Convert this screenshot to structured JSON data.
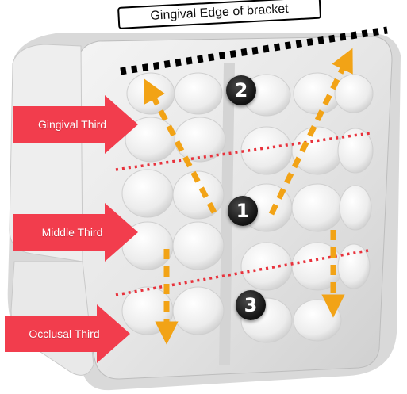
{
  "title": "Gingival Edge of bracket",
  "zones": [
    {
      "label": "Gingival Third"
    },
    {
      "label": "Middle Third"
    },
    {
      "label": "Occlusal Third"
    }
  ],
  "badges": [
    "1",
    "2",
    "3"
  ],
  "colors": {
    "arrow_red": "#f23d4d",
    "dash_orange": "#f2a316",
    "divider_red": "#e8323c",
    "badge_dark": "#1a1a1a"
  }
}
